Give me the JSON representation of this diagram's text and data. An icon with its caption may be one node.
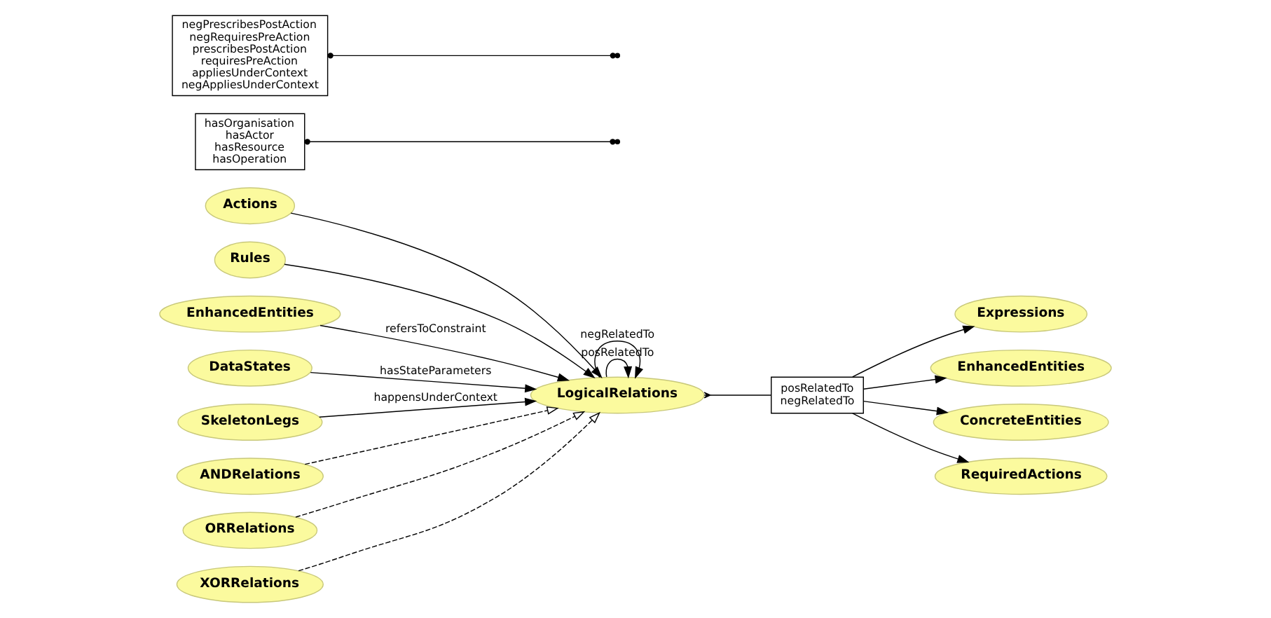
{
  "diagram": {
    "nodes": [
      {
        "text": [
          "Actions"
        ]
      },
      {
        "text": [
          "Rules"
        ]
      },
      {
        "text": [
          "EnhancedEntities"
        ]
      },
      {
        "text": [
          "DataStates"
        ]
      },
      {
        "text": [
          "SkeletonLegs"
        ]
      },
      {
        "text": [
          "hasOrganisation",
          "hasActor",
          "hasResource",
          "hasOperation"
        ]
      },
      {
        "text": [
          "negPrescribesPostAction",
          "negRequiresPreAction",
          "prescribesPostAction",
          "requiresPreAction",
          "appliesUnderContext",
          "negAppliesUnderContext"
        ]
      },
      {
        "text": [
          "LogicalRelations"
        ]
      },
      {
        "text": [
          "posRelatedTo",
          "negRelatedTo"
        ]
      },
      {
        "text": [
          "ANDRelations"
        ]
      },
      {
        "text": [
          "ORRelations"
        ]
      },
      {
        "text": [
          "XORRelations"
        ]
      },
      {
        "text": [
          "Expressions"
        ]
      },
      {
        "text": [
          "EnhancedEntities"
        ]
      },
      {
        "text": [
          "ConcreteEntities"
        ]
      },
      {
        "text": [
          "RequiredActions"
        ]
      }
    ],
    "edges": [
      {
        "from": 0,
        "to": 7,
        "arrow": "to"
      },
      {
        "from": 5,
        "to": null,
        "arrow": "other"
      },
      {
        "from": 1,
        "to": 7,
        "arrow": "to"
      },
      {
        "from": 6,
        "to": null,
        "arrow": "other"
      },
      {
        "from": 2,
        "to": 7,
        "arrow": "to",
        "label": "refersToConstraint"
      },
      {
        "from": 3,
        "to": 7,
        "arrow": "to",
        "label": "hasStateParameters"
      },
      {
        "from": 4,
        "to": 7,
        "arrow": "to",
        "label": "happensUnderContext"
      },
      {
        "from": 7,
        "to": 7,
        "arrow": "to",
        "label": "posRelatedTo"
      },
      {
        "from": 7,
        "to": 7,
        "arrow": "to",
        "label": "negRelatedTo"
      },
      {
        "from": 9,
        "to": 7,
        "arrow": "to",
        "style": "dashed"
      },
      {
        "from": 10,
        "to": 7,
        "arrow": "to",
        "style": "dashed"
      },
      {
        "from": 11,
        "to": 7,
        "arrow": "to",
        "style": "dashed"
      },
      {
        "from": 7,
        "to": 8,
        "arrow": "other"
      },
      {
        "from": 8,
        "to": 12,
        "arrow": "to"
      },
      {
        "from": 8,
        "to": 13,
        "arrow": "to"
      },
      {
        "from": 8,
        "to": 14,
        "arrow": "to"
      },
      {
        "from": 8,
        "to": 15,
        "arrow": "to"
      }
    ]
  }
}
